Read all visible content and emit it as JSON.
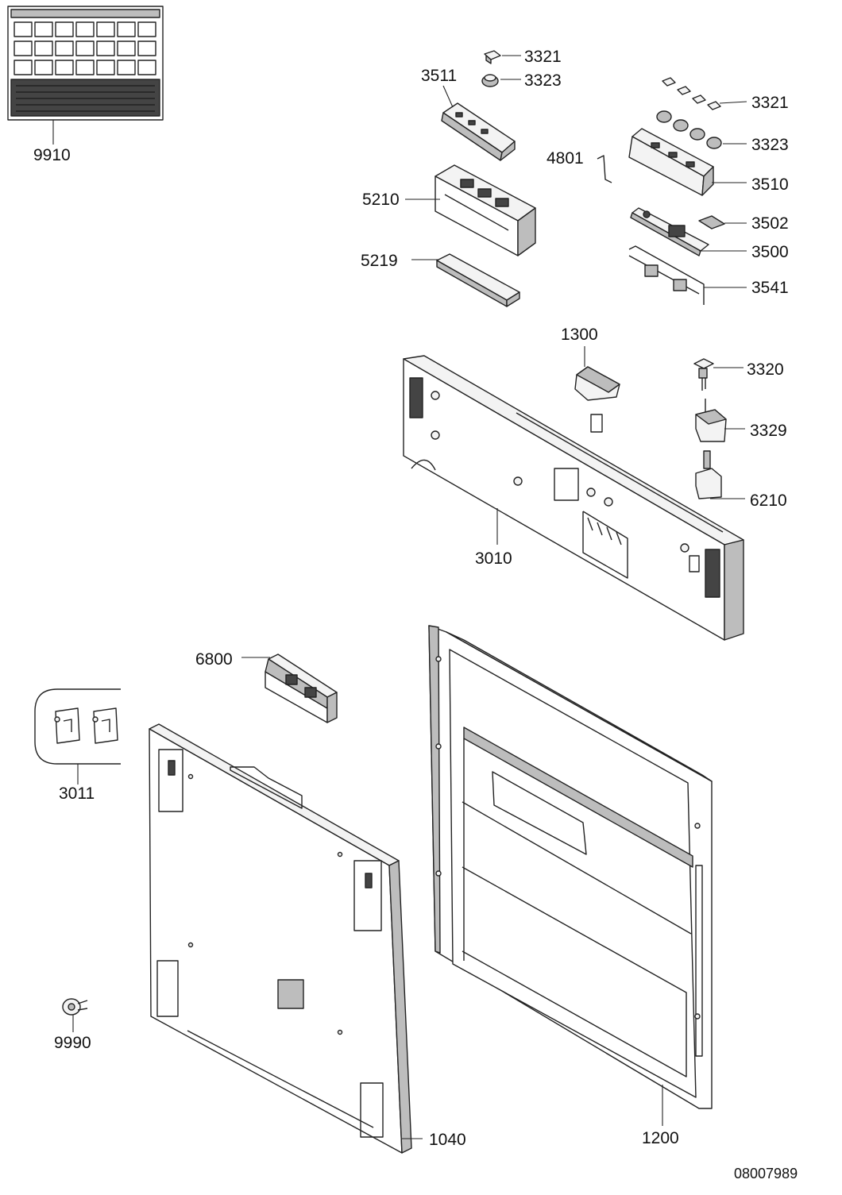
{
  "diagram": {
    "document_id": "08007989",
    "part_labels": {
      "p9910": "9910",
      "p3321a": "3321",
      "p3323a": "3323",
      "p3511": "3511",
      "p3321b": "3321",
      "p3323b": "3323",
      "p4801": "4801",
      "p3510": "3510",
      "p5210": "5210",
      "p3502": "3502",
      "p3500": "3500",
      "p5219": "5219",
      "p3541": "3541",
      "p1300": "1300",
      "p3320": "3320",
      "p3329": "3329",
      "p6210": "6210",
      "p3010": "3010",
      "p6800": "6800",
      "p3011": "3011",
      "p9990": "9990",
      "p1040": "1040",
      "p1200": "1200"
    }
  }
}
